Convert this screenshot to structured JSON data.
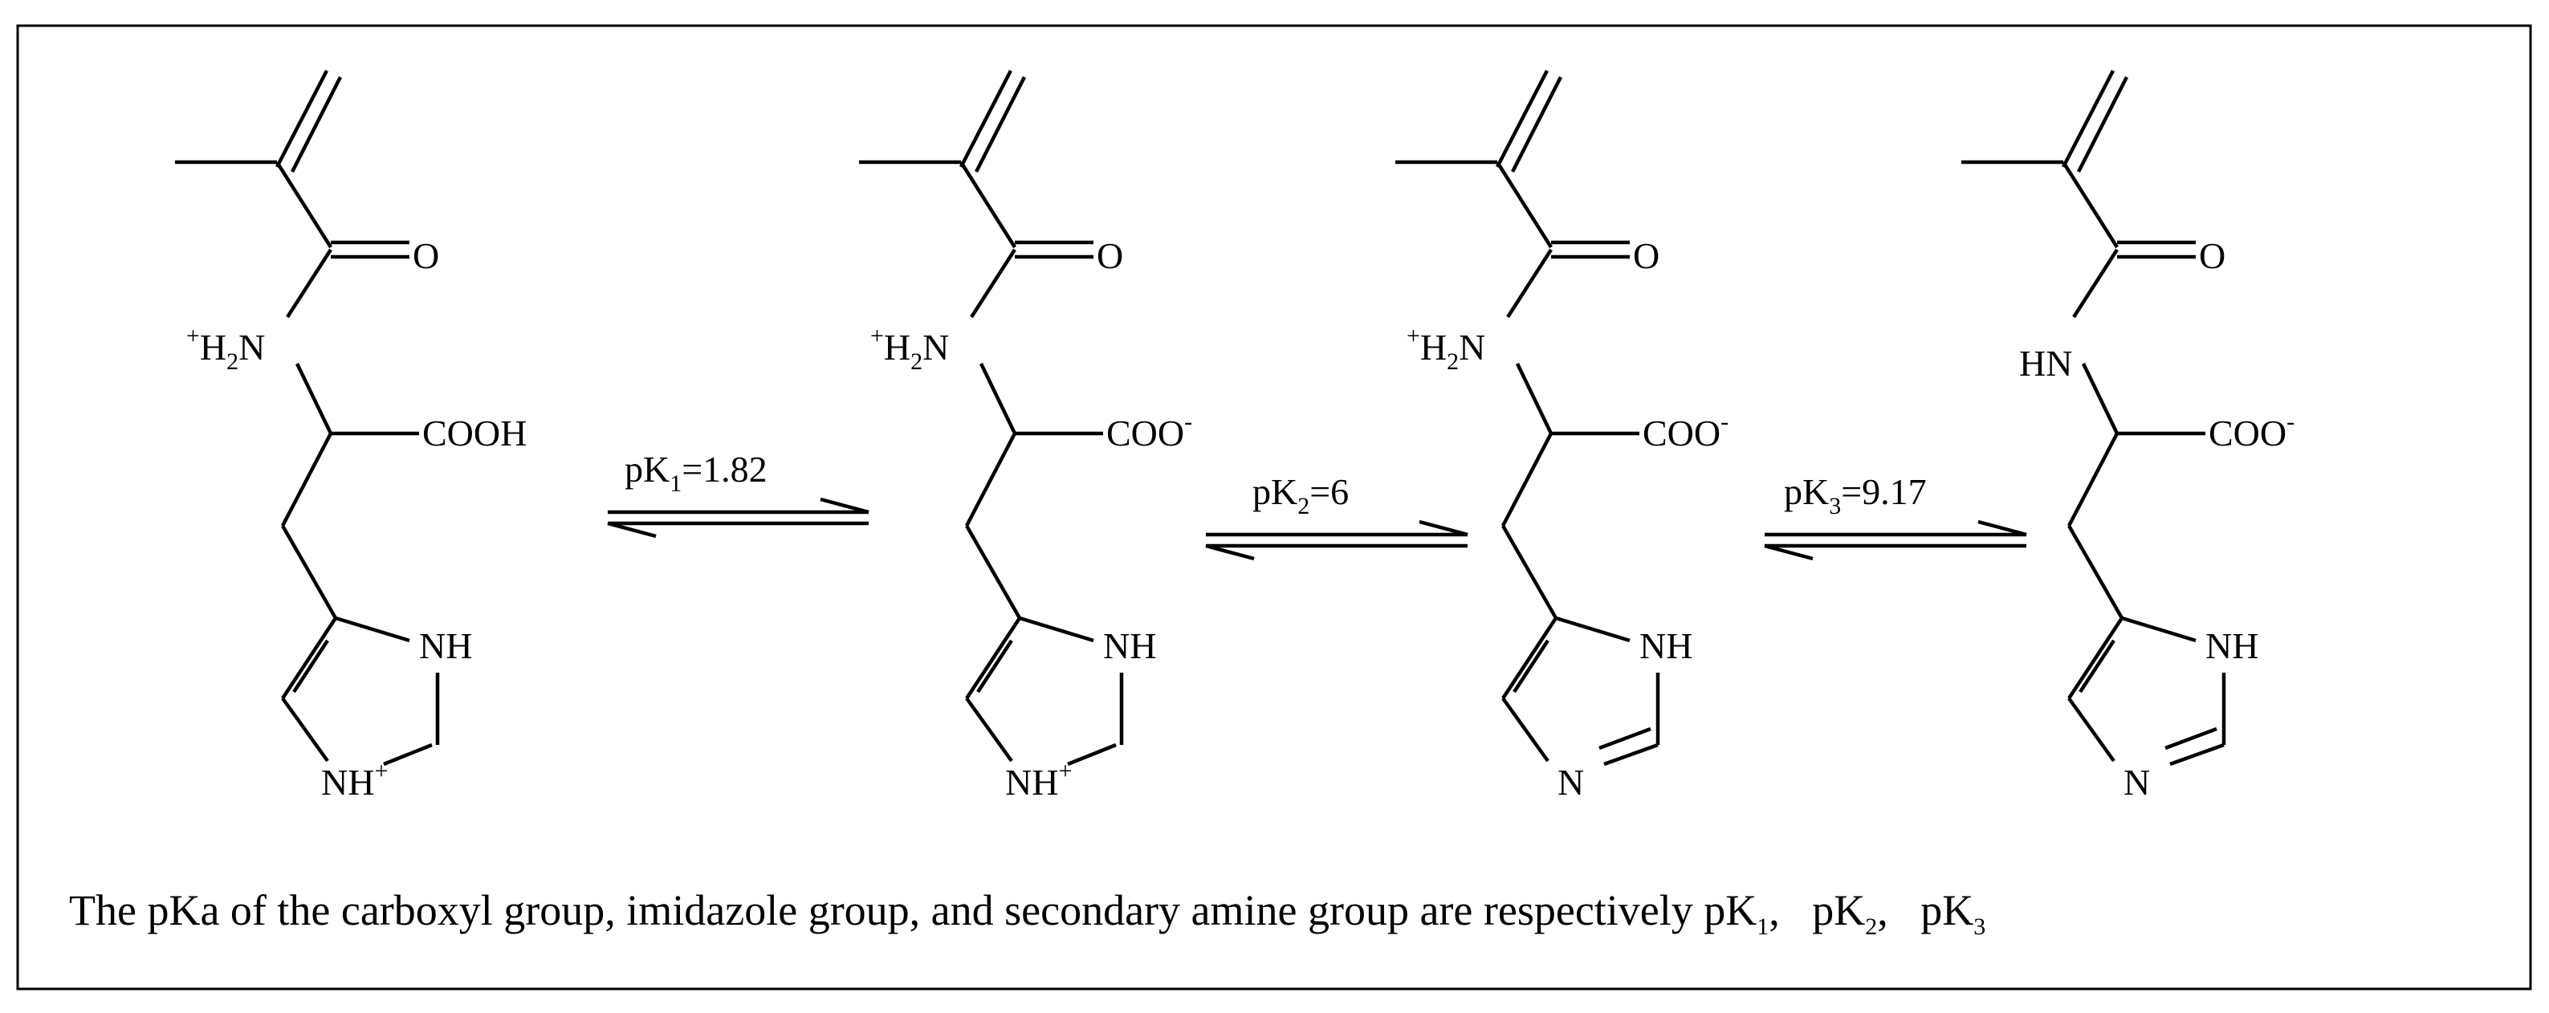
{
  "structures": [
    {
      "o": "O",
      "amine": {
        "pre_sup": "+",
        "main": "H",
        "sub": "2",
        "post": "N"
      },
      "acid": {
        "main": "COOH",
        "sup": ""
      },
      "ring_nh": "NH",
      "ring_n": {
        "main": "NH",
        "sup": "+"
      }
    },
    {
      "o": "O",
      "amine": {
        "pre_sup": "+",
        "main": "H",
        "sub": "2",
        "post": "N"
      },
      "acid": {
        "main": "COO",
        "sup": "-"
      },
      "ring_nh": "NH",
      "ring_n": {
        "main": "NH",
        "sup": "+"
      }
    },
    {
      "o": "O",
      "amine": {
        "pre_sup": "+",
        "main": "H",
        "sub": "2",
        "post": "N"
      },
      "acid": {
        "main": "COO",
        "sup": "-"
      },
      "ring_nh": "NH",
      "ring_n": {
        "main": "N",
        "sup": ""
      }
    },
    {
      "o": "O",
      "amine": {
        "pre_sup": "",
        "main": "HN",
        "sub": "",
        "post": ""
      },
      "acid": {
        "main": "COO",
        "sup": "-"
      },
      "ring_nh": "NH",
      "ring_n": {
        "main": "N",
        "sup": ""
      }
    }
  ],
  "equilibria": [
    {
      "p": "pK",
      "sub": "1",
      "value": "=1.82"
    },
    {
      "p": "pK",
      "sub": "2",
      "value": "=6"
    },
    {
      "p": "pK",
      "sub": "3",
      "value": "=9.17"
    }
  ],
  "caption": {
    "text": "The pKa of the carboxyl group, imidazole group, and secondary amine group are respectively pK",
    "k1_sub": "1",
    "sep1": ",   pK",
    "k2_sub": "2",
    "sep2": ",   pK",
    "k3_sub": "3"
  }
}
